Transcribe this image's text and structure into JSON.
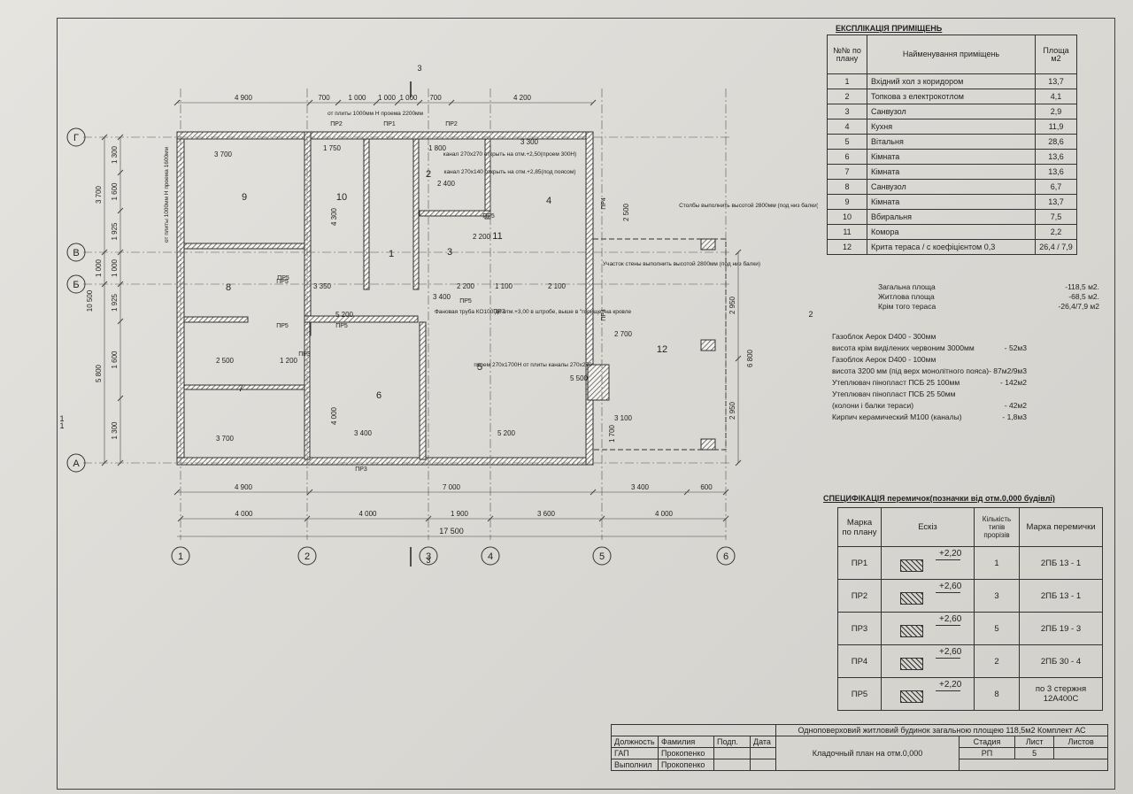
{
  "explication": {
    "title": "ЕКСПЛІКАЦІЯ ПРИМІЩЕНЬ",
    "head_num": "№№ по плану",
    "head_name": "Найменування приміщень",
    "head_area": "Площа м2",
    "rows": [
      {
        "n": "1",
        "name": "Вхідний хол з коридором",
        "area": "13,7"
      },
      {
        "n": "2",
        "name": "Топкова з електрокотлом",
        "area": "4,1"
      },
      {
        "n": "3",
        "name": "Санвузол",
        "area": "2,9"
      },
      {
        "n": "4",
        "name": "Кухня",
        "area": "11,9"
      },
      {
        "n": "5",
        "name": "Вітальня",
        "area": "28,6"
      },
      {
        "n": "6",
        "name": "Кімната",
        "area": "13,6"
      },
      {
        "n": "7",
        "name": "Кімната",
        "area": "13,6"
      },
      {
        "n": "8",
        "name": "Санвузол",
        "area": "6,7"
      },
      {
        "n": "9",
        "name": "Кімната",
        "area": "13,7"
      },
      {
        "n": "10",
        "name": "Вбиральня",
        "area": "7,5"
      },
      {
        "n": "11",
        "name": "Комора",
        "area": "2,2"
      },
      {
        "n": "12",
        "name": "Крита тераса / с коефіцієнтом 0,3",
        "area": "26,4 / 7,9"
      }
    ],
    "totals": [
      {
        "label": "Загальна площа",
        "value": "-118,5 м2."
      },
      {
        "label": "Житлова площа",
        "value": "-68,5 м2."
      },
      {
        "label": "Крім того тераса",
        "value": "-26,4/7,9 м2"
      }
    ]
  },
  "materials": [
    {
      "label": "Газоблок Аерок D400 - 300мм",
      "value": ""
    },
    {
      "label": "висота крім виділених червоним 3000мм",
      "value": "- 52м3"
    },
    {
      "label": "Газоблок Аерок D400 - 100мм",
      "value": ""
    },
    {
      "label": "висота 3200 мм (під верх монолітного пояса)",
      "value": "- 87м2/9м3"
    },
    {
      "label": "Утеплювач пінопласт ПСБ 25 100мм",
      "value": "- 142м2"
    },
    {
      "label": "Утеплювач пінопласт ПСБ 25 50мм",
      "value": ""
    },
    {
      "label": "(колони і балки тераси)",
      "value": "- 42м2"
    },
    {
      "label": "Кирпич керамический М100 (каналы)",
      "value": "- 1,8м3"
    }
  ],
  "specification": {
    "title": "СПЕЦИФІКАЦІЯ перемичок(позначки від отм.0,000 будівлі)",
    "head_mark": "Марка по плану",
    "head_sketch": "Ескіз",
    "head_count": "Кількість типів прорізів",
    "head_lintel": "Марка перемички",
    "rows": [
      {
        "mark": "ПР1",
        "level": "+2,20",
        "count": "1",
        "lintel": "2ПБ 13 - 1"
      },
      {
        "mark": "ПР2",
        "level": "+2,60",
        "count": "3",
        "lintel": "2ПБ 13 - 1"
      },
      {
        "mark": "ПР3",
        "level": "+2,60",
        "count": "5",
        "lintel": "2ПБ 19 - 3"
      },
      {
        "mark": "ПР4",
        "level": "+2,60",
        "count": "2",
        "lintel": "2ПБ 30 - 4"
      },
      {
        "mark": "ПР5",
        "level": "+2,20",
        "count": "8",
        "lintel": "по 3 стержня 12А400С"
      }
    ]
  },
  "stamp": {
    "project": "Одноповерховий житловий будинок загальною площею 118,5м2 Комплект АС",
    "h_position": "Должность",
    "h_surname": "Фамилия",
    "h_sign": "Подп.",
    "h_date": "Дата",
    "role1": "ГАП",
    "name1": "Прокопенко",
    "role2": "Выполнил",
    "name2": "Прокопенко",
    "sheet_title": "Кладочный план на отм.0,000",
    "h_stage": "Стадия",
    "h_sheet": "Лист",
    "h_sheets": "Листов",
    "stage": "РП",
    "sheet": "5",
    "sheets": ""
  },
  "plan": {
    "axes_h": [
      "1",
      "2",
      "3",
      "4",
      "5",
      "6"
    ],
    "axes_v": [
      "Г",
      "В",
      "Б",
      "А"
    ],
    "rooms": [
      "1",
      "2",
      "3",
      "4",
      "5",
      "6",
      "7",
      "8",
      "9",
      "10",
      "11",
      "12"
    ],
    "top_dims_outer": [
      "4 900",
      "700",
      "1 000",
      "1 000",
      "1 000",
      "700",
      "4 200"
    ],
    "bottom_dims": [
      "4 900",
      "7 000",
      "3 400",
      "600"
    ],
    "bottom_dims2": [
      "4 000",
      "4 000",
      "1 900",
      "3 600",
      "4 000"
    ],
    "overall_width": "17 500",
    "overall_height": "10 500",
    "left_dims": [
      "1 300",
      "1 600",
      "1 925",
      "1 000",
      "1 925",
      "1 600",
      "1 300"
    ],
    "left_dims2": [
      "3 700",
      "1 000",
      "5 800"
    ],
    "right_dims": [
      "2 950",
      "2 950"
    ],
    "right_total": "6 800",
    "inner_dims": [
      "3 700",
      "3 300",
      "1 750",
      "1 800",
      "2 400",
      "2 200",
      "3 350",
      "3 400",
      "2 200",
      "1 100",
      "2 100",
      "5 200",
      "2 500",
      "1 200",
      "3 700",
      "3 400",
      "5 200",
      "5 500",
      "2 700",
      "3 100",
      "1 700",
      "4 300",
      "4 000",
      "2 500"
    ],
    "lintel_marks": [
      "ПР2",
      "ПР1",
      "ПР2",
      "ПР3",
      "ПР4",
      "ПР4",
      "ПР5",
      "ПР5",
      "ПР5",
      "ПР5",
      "ПР5",
      "ПР5",
      "ПР3",
      "ПР3"
    ],
    "notes": [
      "от плиты 1000мм Н проема 1600мм",
      "от плиты 1000мм Н проема 2200мм",
      "канал 270х270 открыть на отм.+2,50(проем 300Н)",
      "канал 270х140 открыть на отм.+2,85(под поясом)",
      "Столбы выполнить высотой 2800мм (под низ балки)",
      "Участок стены выполнить высотой 2800мм (под низ балки)",
      "Фановая труба КО100 до отм.+3,00 в штробе, выше в \"горище\" на кровле",
      "проем 270х1700Н от плиты каналы 270х270"
    ],
    "sections": [
      "3",
      "3",
      "2",
      "2",
      "1",
      "1"
    ]
  }
}
